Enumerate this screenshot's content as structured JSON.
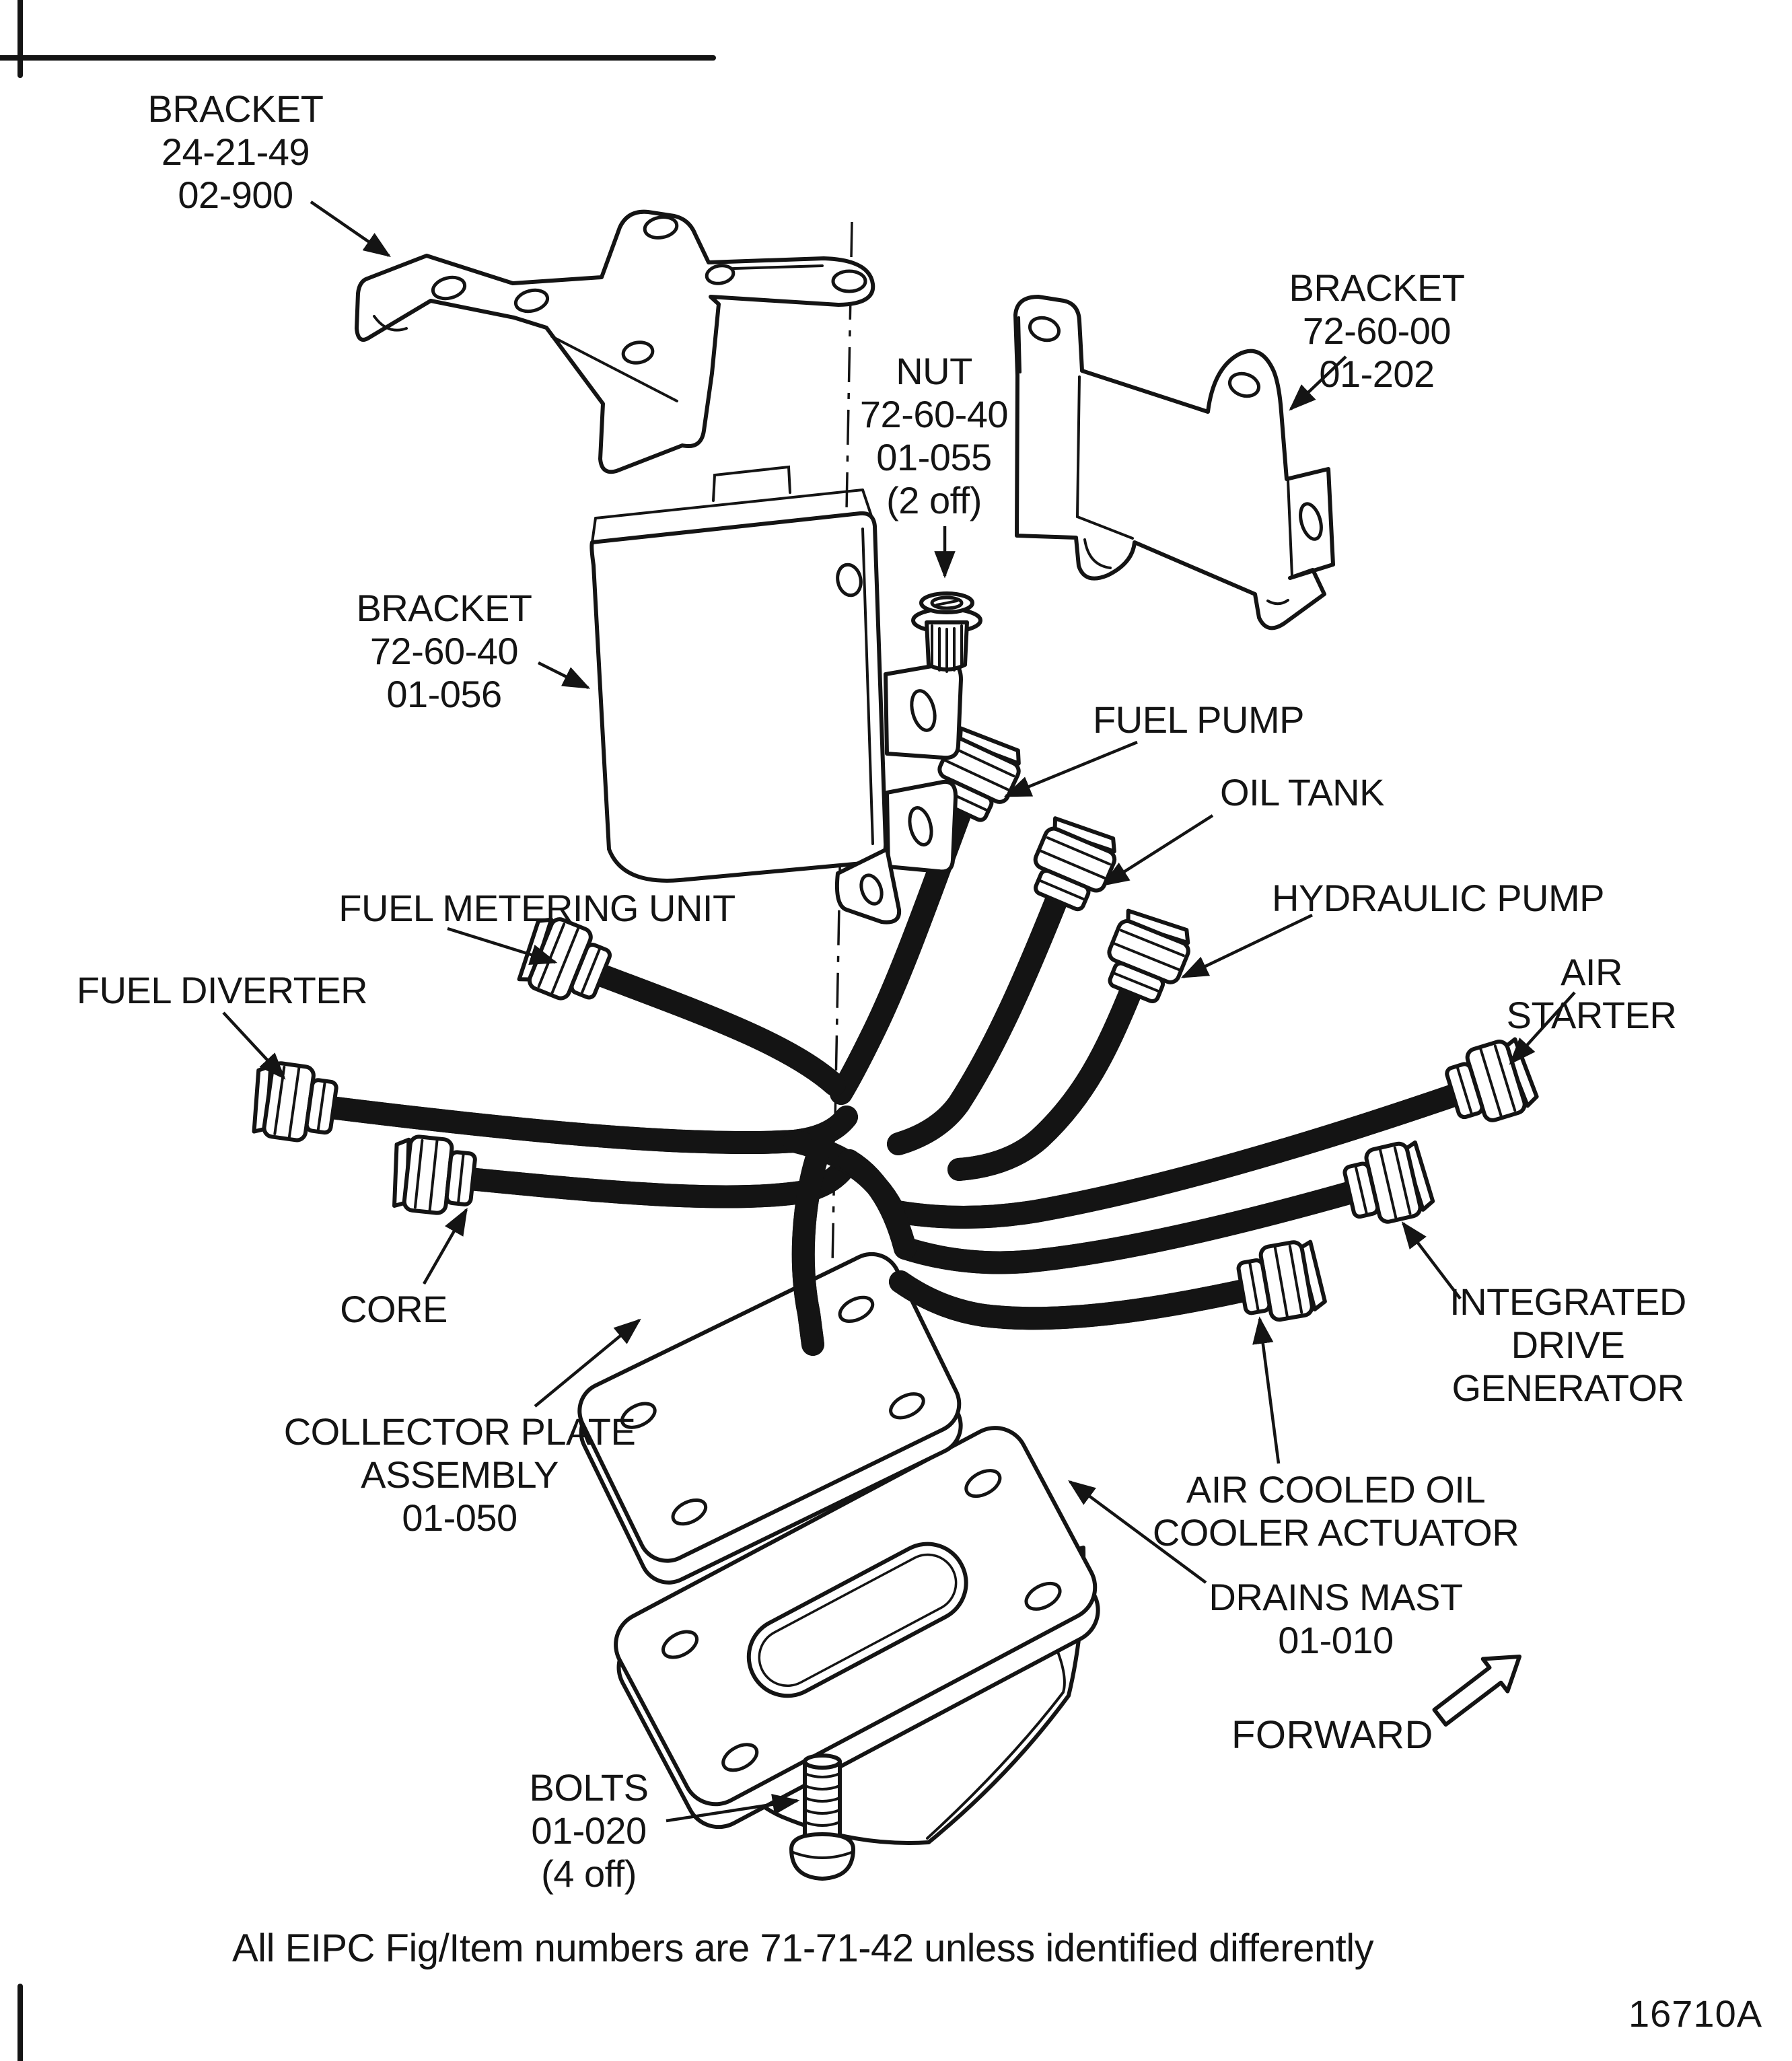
{
  "page": {
    "background": "#ffffff",
    "ink": "#141414"
  },
  "figure": {
    "footnote": "All EIPC Fig/Item numbers are 71-71-42 unless identified differently",
    "figure_code": "16710A",
    "forward_label": "FORWARD"
  },
  "icons": {
    "forward_arrow": "outline-block-arrow-up-right",
    "leader_arrow": "solid-triangle-arrowhead",
    "centerline": "dash-dot-assembly-axis"
  },
  "callouts": {
    "bracket_24_21_49": "BRACKET\n24-21-49\n02-900",
    "nut_72_60_40": "NUT\n72-60-40\n01-055\n(2 off)",
    "bracket_72_60_00": "BRACKET\n72-60-00\n01-202",
    "bracket_72_60_40": "BRACKET\n72-60-40\n01-056",
    "fuel_pump": "FUEL PUMP",
    "oil_tank": "OIL TANK",
    "hydraulic_pump": "HYDRAULIC PUMP",
    "fuel_metering_unit": "FUEL METERING UNIT",
    "fuel_diverter": "FUEL DIVERTER",
    "air_starter": "AIR STARTER",
    "core": "CORE",
    "integrated_drive_generator": "INTEGRATED\nDRIVE\nGENERATOR",
    "collector_plate_assembly": "COLLECTOR PLATE\nASSEMBLY\n01-050",
    "air_cooled_oil_cooler_actuator": "AIR COOLED OIL\nCOOLER ACTUATOR",
    "drains_mast": "DRAINS MAST\n01-010",
    "bolts": "BOLTS\n01-020\n(4 off)"
  }
}
